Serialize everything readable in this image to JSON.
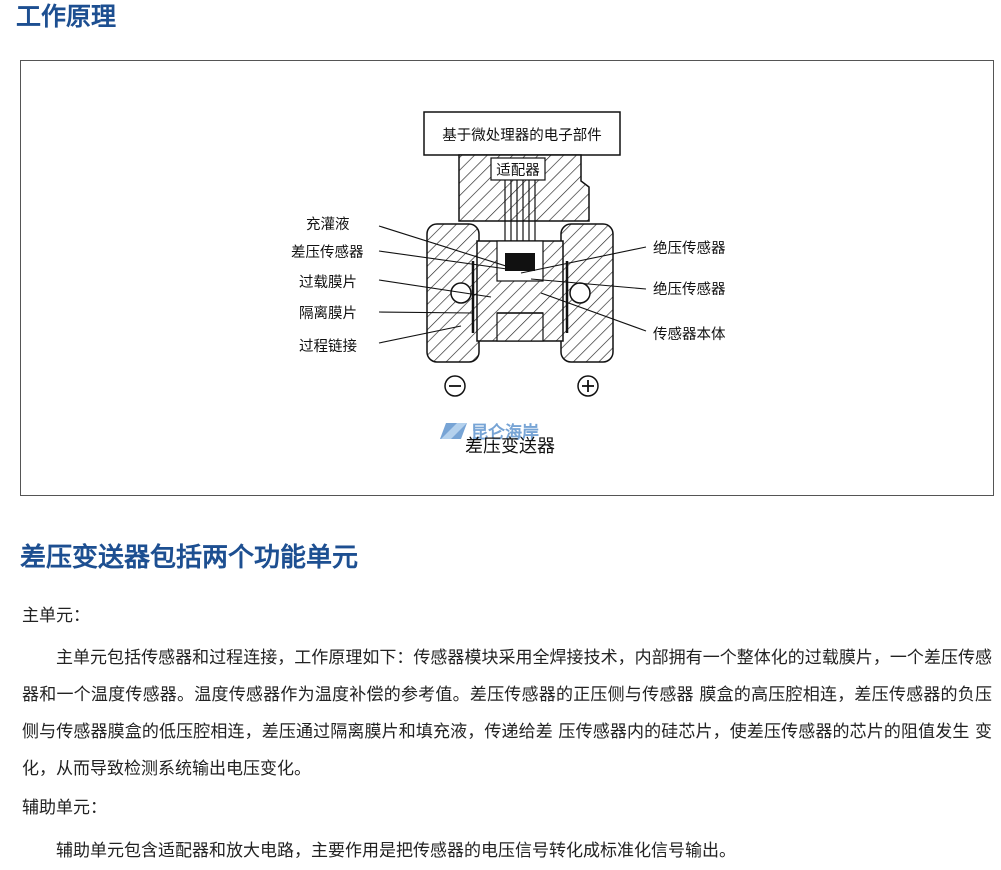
{
  "section_title": "工作原理",
  "diagram": {
    "top_box_label": "基于微处理器的电子部件",
    "adapter_label": "适配器",
    "left_labels": [
      "充灌液",
      "差压传感器",
      "过载膜片",
      "隔离膜片",
      "过程链接"
    ],
    "right_labels": [
      "绝压传感器",
      "绝压传感器",
      "传感器本体"
    ],
    "minus_symbol": "⊖",
    "plus_symbol": "⊕",
    "watermark": "昆仑海岸",
    "caption": "差压变送器"
  },
  "subtitle": "差压变送器包括两个功能单元",
  "main_unit": {
    "heading": "主单元：",
    "body": "主单元包括传感器和过程连接，工作原理如下：传感器模块采用全焊接技术，内部拥有一个整体化的过载膜片，一个差压传感器和一个温度传感器。温度传感器作为温度补偿的参考值。差压传感器的正压侧与传感器 膜盒的高压腔相连，差压传感器的负压 侧与传感器膜盒的低压腔相连，差压通过隔离膜片和填充液，传递给差 压传感器内的硅芯片，使差压传感器的芯片的阻值发生 变化，从而导致检测系统输出电压变化。"
  },
  "aux_unit": {
    "heading": "辅助单元：",
    "body": "辅助单元包含适配器和放大电路，主要作用是把传感器的电压信号转化成标准化信号输出。"
  }
}
